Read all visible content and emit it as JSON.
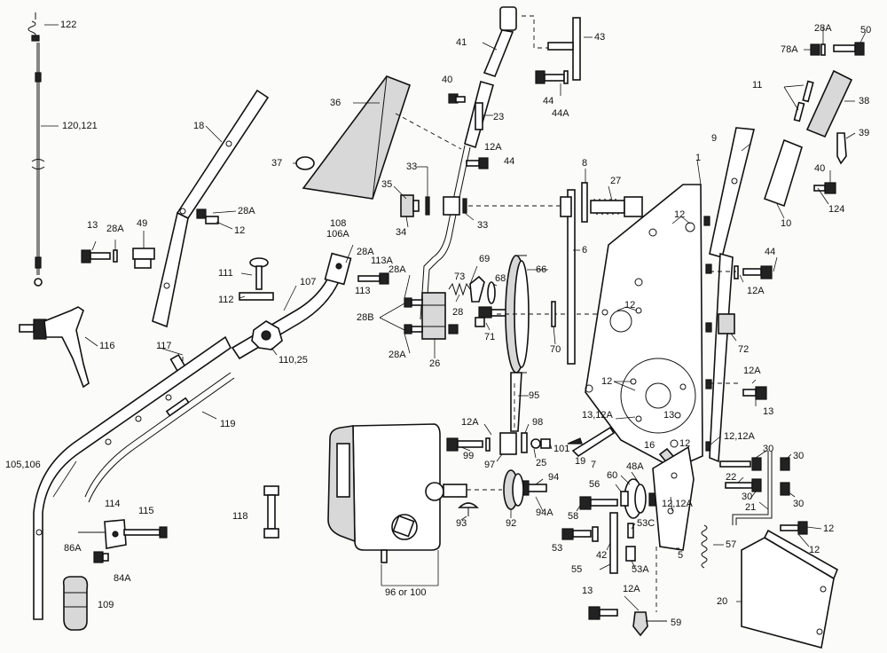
{
  "diagram": {
    "labels": {
      "l122": "122",
      "l120": "120,121",
      "l18": "18",
      "l13a": "13",
      "l28a1": "28A",
      "l49": "49",
      "l28a2": "28A",
      "l12a": "12",
      "l116": "116",
      "l117": "117",
      "l111": "111",
      "l112": "112",
      "l108": "108",
      "l106a": "106A",
      "l28a3": "28A",
      "l113a": "113A",
      "l113": "113",
      "l107": "107",
      "l110": "110,25",
      "l119": "119",
      "l105": "105,106",
      "l114": "114",
      "l115": "115",
      "l86a": "86A",
      "l84a": "84A",
      "l109": "109",
      "l118": "118",
      "l36": "36",
      "l37": "37",
      "l41": "41",
      "l40a": "40",
      "l23": "23",
      "l12a2": "12A",
      "l44a": "44",
      "l33a": "33",
      "l35": "35",
      "l34": "34",
      "l33b": "33",
      "l28a4": "28A",
      "l28b": "28B",
      "l28a5": "28A",
      "l26": "26",
      "l73": "73",
      "l69": "69",
      "l68": "68",
      "l28": "28",
      "l71": "71",
      "l66": "66",
      "l43": "43",
      "l44b": "44",
      "l44c": "44A",
      "l8": "8",
      "l27": "27",
      "l6": "6",
      "l70": "70",
      "l95": "95",
      "l12a3": "12A",
      "l98": "98",
      "l99": "99",
      "l97": "97",
      "l25": "25",
      "l101": "101",
      "l19": "19",
      "l7": "7",
      "l94": "94",
      "l94a": "94A",
      "l92": "92",
      "l93": "93",
      "l96": "96 or 100",
      "l1": "1",
      "l12b": "12",
      "l12c": "12",
      "l12d": "12",
      "l13b": "13",
      "l1312a": "13,12A",
      "l16": "16",
      "l12e": "12",
      "l1212a": "12,12A",
      "l9": "9",
      "l44d": "44",
      "l12a4": "12A",
      "l72": "72",
      "l12a5": "12A",
      "l13c": "13",
      "l78a": "78A",
      "l28a6": "28A",
      "l50": "50",
      "l11": "11",
      "l38": "38",
      "l39": "39",
      "l40b": "40",
      "l124": "124",
      "l10": "10",
      "l48a": "48A",
      "l56": "56",
      "l60": "60",
      "l58": "58",
      "l53c": "53C",
      "l53": "53",
      "l42": "42",
      "l55": "55",
      "l53a": "53A",
      "l1212a2": "12,12A",
      "l5": "5",
      "l13d": "13",
      "l12a6": "12A",
      "l59": "59",
      "l30a": "30",
      "l30b": "30",
      "l22": "22",
      "l30c": "30",
      "l21": "21",
      "l30d": "30",
      "l12f": "12",
      "l12g": "12",
      "l57": "57",
      "l20": "20"
    }
  }
}
